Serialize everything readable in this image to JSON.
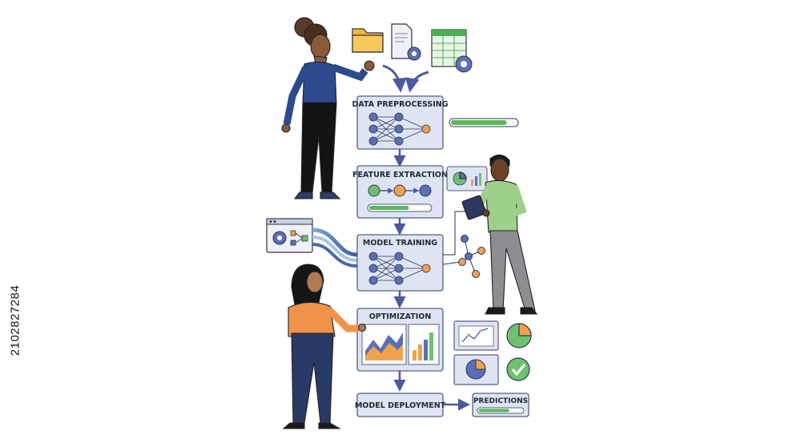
{
  "stages": [
    {
      "title": "DATA PREPROCESSING",
      "progress": 0.85
    },
    {
      "title": "FEATURE EXTRACTION",
      "progress": 0.65
    },
    {
      "title": "MODEL TRAINING"
    },
    {
      "title": "OPTIMIZATION"
    },
    {
      "title": "MODEL DEPLOYMENT"
    }
  ],
  "output": {
    "title": "PREDICTIONS",
    "progress": 0.7
  },
  "stock_id": "210282728​4",
  "colors": {
    "box_fill": "#dfe4f3",
    "box_stroke": "#55607e",
    "arrow": "#4a5a9e",
    "progress": "#5cb85c",
    "node_blue": "#5b6fb5",
    "node_orange": "#f0a24a",
    "node_green": "#6ec26e"
  },
  "icons": [
    "folder-icon",
    "document-gear-icon",
    "spreadsheet-gear-icon",
    "workflow-gear-icon",
    "line-chart-icon",
    "pie-chart-icon",
    "checkmark-icon"
  ]
}
